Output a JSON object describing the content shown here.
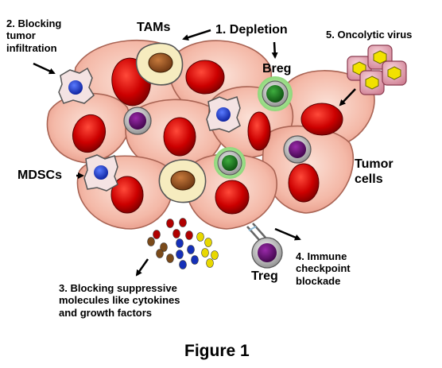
{
  "labels": {
    "blocking_infiltration": [
      "2. Blocking",
      "tumor",
      "infiltration"
    ],
    "tams": "TAMs",
    "depletion": "1. Depletion",
    "oncolytic_virus": "5. Oncolytic virus",
    "breg": "Breg",
    "mdscs": "MDSCs",
    "tumor_cells": [
      "Tumor",
      "cells"
    ],
    "treg": "Treg",
    "checkpoint": [
      "4. Immune",
      "checkpoint",
      "blockade"
    ],
    "suppressive": [
      "3. Blocking suppressive",
      "molecules like cytokines",
      "and growth factors"
    ]
  },
  "figure_title": "Figure 1",
  "colors": {
    "tumor_cell_fill": "#f4b7a8",
    "tumor_cell_edge": "#b06a5c",
    "nucleus": "#cc0000",
    "tam_nucleus": "#8b4513",
    "mdsc_nucleus": "#1f3fd6",
    "breg_nucleus": "#167a1a",
    "treg_nucleus": "#6b0f7a",
    "virus_box": "#e8a7b6",
    "virus_core": "#f2e200"
  }
}
